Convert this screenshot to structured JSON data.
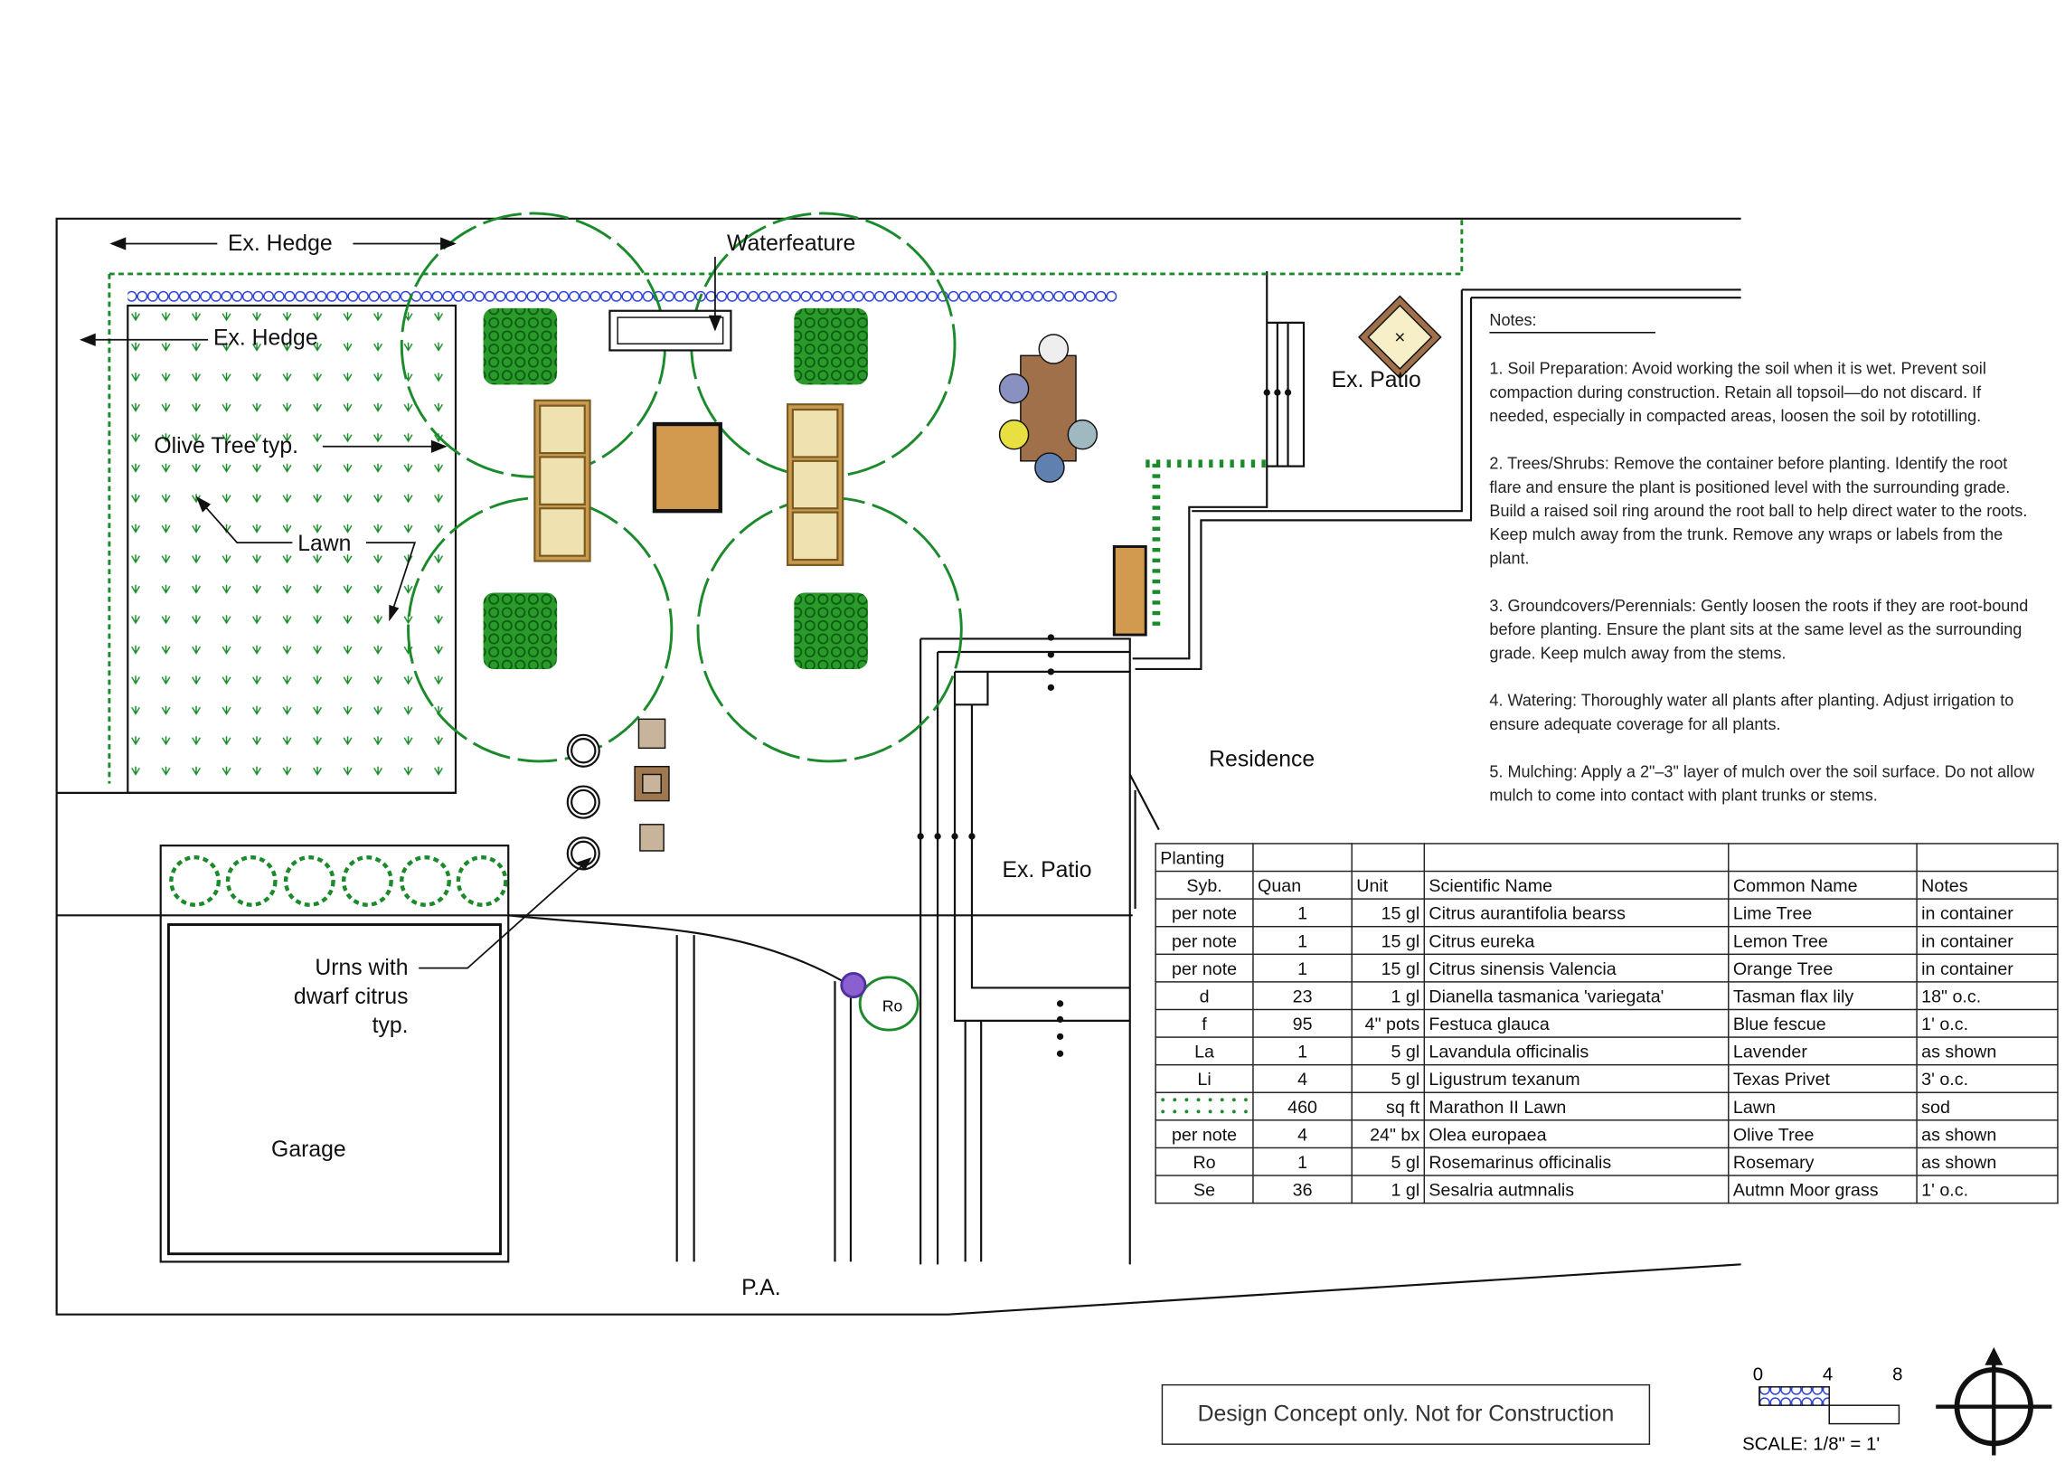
{
  "labels": {
    "ex_hedge_top": "Ex. Hedge",
    "ex_hedge_left": "Ex. Hedge",
    "waterfeature": "Waterfeature",
    "olive_tree": "Olive Tree typ.",
    "lawn": "Lawn",
    "ex_patio_top": "Ex. Patio",
    "residence": "Residence",
    "ex_patio_bottom": "Ex. Patio",
    "urns_line1": "Urns with",
    "urns_line2": "dwarf citrus",
    "urns_line3": "typ.",
    "garage": "Garage",
    "pa": "P.A.",
    "rosemary_tag": "Ro"
  },
  "notes": {
    "title": "Notes:",
    "items": [
      "1. Soil Preparation: Avoid working the soil when it is wet. Prevent soil compaction during construction. Retain all topsoil—do not discard. If needed, especially in compacted areas, loosen the soil by rototilling.",
      "2. Trees/Shrubs: Remove the container before planting. Identify the root flare and ensure the plant is positioned level with the surrounding grade. Build a raised soil ring around the root ball to help direct water to the roots. Keep mulch away from the trunk. Remove any wraps or labels from the plant.",
      "3. Groundcovers/Perennials: Gently loosen the roots if they are root-bound before planting. Ensure the plant sits at the same level as the surrounding grade. Keep mulch away from the stems.",
      "4. Watering: Thoroughly water all plants after planting. Adjust irrigation to ensure adequate coverage for all plants.",
      "5. Mulching: Apply a 2\"–3\" layer of mulch over the soil surface. Do not allow mulch to come into contact with plant trunks or stems."
    ]
  },
  "planting_table": {
    "title": "Planting",
    "headers": [
      "Syb.",
      "Quan",
      "Unit",
      "Scientific Name",
      "Common Name",
      "Notes"
    ],
    "rows": [
      [
        "per note",
        "1",
        "15 gl",
        "Citrus aurantifolia bearss",
        "Lime Tree",
        "in container"
      ],
      [
        "per note",
        "1",
        "15 gl",
        "Citrus eureka",
        "Lemon Tree",
        "in container"
      ],
      [
        "per note",
        "1",
        "15 gl",
        "Citrus sinensis Valencia",
        "Orange Tree",
        "in container"
      ],
      [
        "d",
        "23",
        "1 gl",
        "Dianella tasmanica 'variegata'",
        "Tasman flax lily",
        "18\" o.c."
      ],
      [
        "f",
        "95",
        "4\" pots",
        "Festuca glauca",
        "Blue fescue",
        "1' o.c."
      ],
      [
        "La",
        "1",
        "5 gl",
        "Lavandula officinalis",
        "Lavender",
        "as shown"
      ],
      [
        "Li",
        "4",
        "5 gl",
        "Ligustrum texanum",
        "Texas Privet",
        "3' o.c."
      ],
      [
        "",
        "460",
        "sq ft",
        "Marathon II Lawn",
        "Lawn",
        "sod"
      ],
      [
        "per note",
        "4",
        "24\" bx",
        "Olea europaea",
        "Olive Tree",
        "as shown"
      ],
      [
        "Ro",
        "1",
        "5 gl",
        "Rosemarinus officinalis",
        "Rosemary",
        "as shown"
      ],
      [
        "Se",
        "36",
        "1 gl",
        "Sesalria autmnalis",
        "Autmn Moor grass",
        "1' o.c."
      ]
    ]
  },
  "disclaimer": "Design Concept only.  Not for Construction",
  "scale": {
    "tick0": "0",
    "tick1": "4",
    "tick2": "8",
    "label": "SCALE: 1/8\" = 1'"
  },
  "colors": {
    "plant_green": "#1a8a2a",
    "wood": "#d29a4e",
    "hedge_blue": "#2a3fd0"
  }
}
